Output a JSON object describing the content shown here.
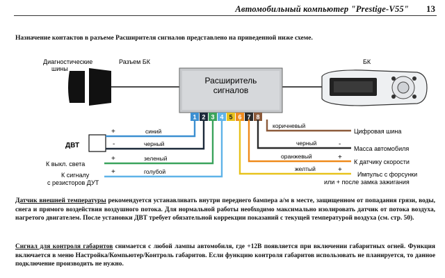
{
  "header": {
    "title": "Автомобильный компьютер \"Prestige-V55\"",
    "page_number": "13"
  },
  "intro": "Назначение контактов в разъеме Расширителя сигналов представлено на приведенной ниже схеме.",
  "diagram": {
    "labels": {
      "diag_bus": [
        "Диагностические",
        "шины"
      ],
      "bk_connector": "Разъем БК",
      "bk": "БК",
      "expander": [
        "Расширитель",
        "сигналов"
      ],
      "dvt": "ДВТ",
      "light_off": "К выкл. света",
      "to_dimensions": [
        "К сигналу",
        "с резисторов ДУТ"
      ],
      "digital_bus": "Цифровая шина",
      "vehicle_ground": "Масса автомобиля",
      "speed_sensor": "К датчику скорости",
      "injector": [
        "Импульс с форсунки",
        "или + после замка зажигания"
      ]
    },
    "pins": [
      {
        "n": "1",
        "color": "#3b8fd1"
      },
      {
        "n": "2",
        "color": "#1c2a3a"
      },
      {
        "n": "3",
        "color": "#3aa35c"
      },
      {
        "n": "4",
        "color": "#5fb3e8"
      },
      {
        "n": "5",
        "color": "#e8c21c"
      },
      {
        "n": "6",
        "color": "#ef8a1c"
      },
      {
        "n": "7",
        "color": "#2a2a2a"
      },
      {
        "n": "8",
        "color": "#8c5a3a"
      }
    ],
    "wires": {
      "blue": "синий",
      "black_left": "черный",
      "green": "зеленый",
      "light_blue": "голубой",
      "brown": "коричневый",
      "black_right": "черный",
      "orange": "оранжевый",
      "yellow": "желтый"
    },
    "signs": {
      "plus": "+",
      "minus": "-"
    }
  },
  "paragraph1": {
    "lead": "Датчик внешней температуры",
    "text": " рекомендуется устанавливать внутри переднего бампера а/м в месте, защищенном от попадания грязи, воды, снега и прямого воздействия воздушного потока. Для нормальной работы необходимо максимально изолировать датчик от потока воздуха, нагретого двигателем. После установки ДВТ требует обязательной коррекции показаний с текущей температурой воздуха (см. стр. 50)."
  },
  "paragraph2": {
    "lead": "Сигнал для контроля габаритов",
    "text": " снимается с любой лампы автомобиля, где +12В появляется при включении габаритных огней. Функция включается в меню Настройка/Компьютер/Контроль габаритов. Если функцию контроля габаритов использовать не планируется, то данное подключение производить не нужно."
  }
}
